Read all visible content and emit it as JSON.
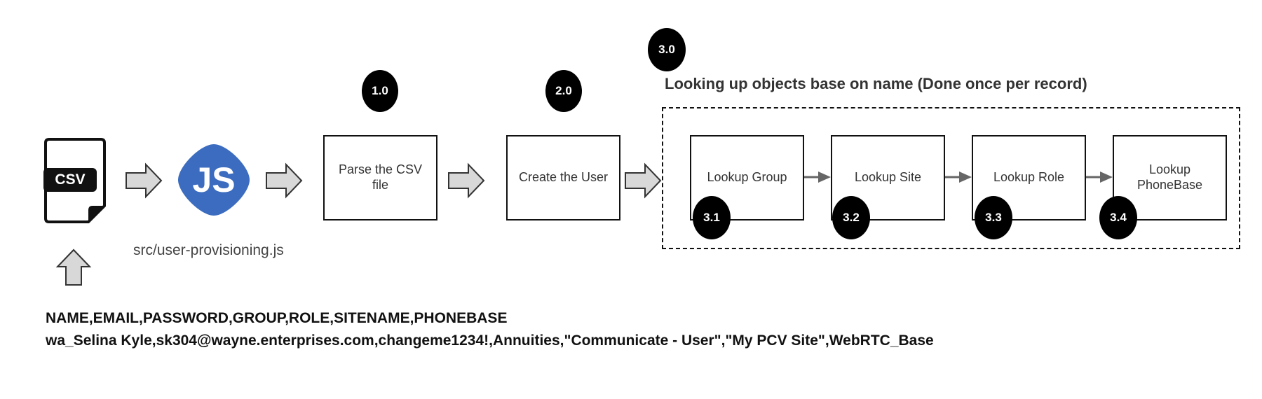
{
  "icons": {
    "csv_label": "CSV",
    "js_label": "JS",
    "js_color": "#3b6cbf",
    "script_path": "src/user-provisioning.js"
  },
  "steps": {
    "s1": {
      "badge": "1.0",
      "label": "Parse the CSV file"
    },
    "s2": {
      "badge": "2.0",
      "label": "Create the User"
    },
    "s3": {
      "badge": "3.0",
      "heading": "Looking up objects base on name (Done once per record)"
    }
  },
  "lookups": [
    {
      "badge": "3.1",
      "label": "Lookup Group"
    },
    {
      "badge": "3.2",
      "label": "Lookup Site"
    },
    {
      "badge": "3.3",
      "label": "Lookup Role"
    },
    {
      "badge": "3.4",
      "label": "Lookup PhoneBase"
    }
  ],
  "csv": {
    "header": "NAME,EMAIL,PASSWORD,GROUP,ROLE,SITENAME,PHONEBASE",
    "row": "wa_Selina Kyle,sk304@wayne.enterprises.com,changeme1234!,Annuities,\"Communicate - User\",\"My PCV Site\",WebRTC_Base"
  }
}
